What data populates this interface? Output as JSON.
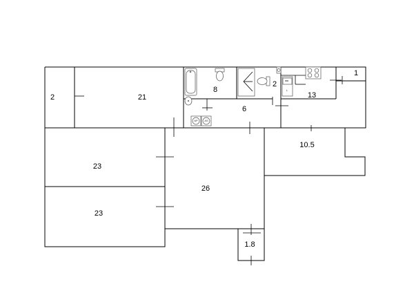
{
  "rooms": [
    {
      "id": "room-a",
      "label": "2"
    },
    {
      "id": "room-b",
      "label": "21"
    },
    {
      "id": "room-c",
      "label": "8"
    },
    {
      "id": "room-d",
      "label": "2"
    },
    {
      "id": "room-e",
      "label": "13"
    },
    {
      "id": "room-f",
      "label": "1"
    },
    {
      "id": "room-g",
      "label": "6"
    },
    {
      "id": "room-h",
      "label": "10.5"
    },
    {
      "id": "room-i",
      "label": "23"
    },
    {
      "id": "room-j",
      "label": "26"
    },
    {
      "id": "room-k",
      "label": "23"
    },
    {
      "id": "room-l",
      "label": "1.8"
    }
  ],
  "appliances": {
    "washer_label": "AP",
    "dryer_label": "AS",
    "fridge_label": "L"
  },
  "icons": [
    "bathtub-icon",
    "toilet-icon",
    "sink-icon",
    "stove-icon",
    "washing-machine-icon",
    "shower-icon"
  ]
}
